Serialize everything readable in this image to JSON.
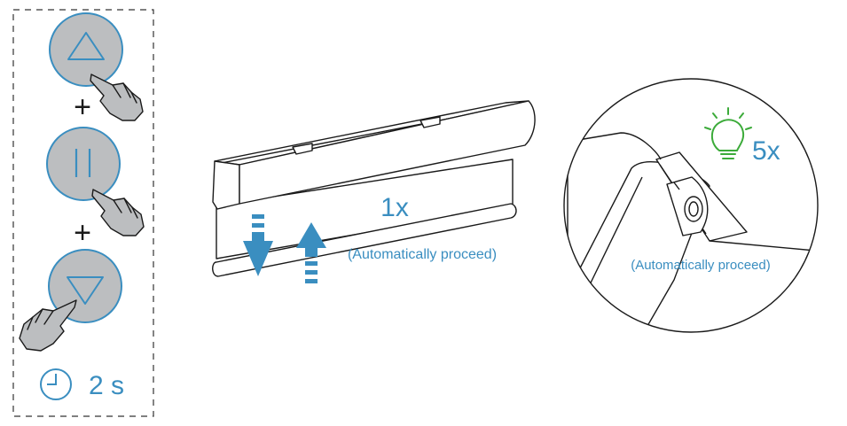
{
  "remote_panel": {
    "plus_sign": "+",
    "hold_duration": "2 s"
  },
  "roller_blind": {
    "repeat_label": "1x",
    "note": "(Automatically proceed)"
  },
  "detail_view": {
    "blink_label": "5x",
    "note": "(Automatically proceed)"
  },
  "colors": {
    "accent": "#3a8ec0",
    "indicator_green": "#3cab3a",
    "button_fill": "#bcbec0",
    "line": "#1a1a1a"
  }
}
